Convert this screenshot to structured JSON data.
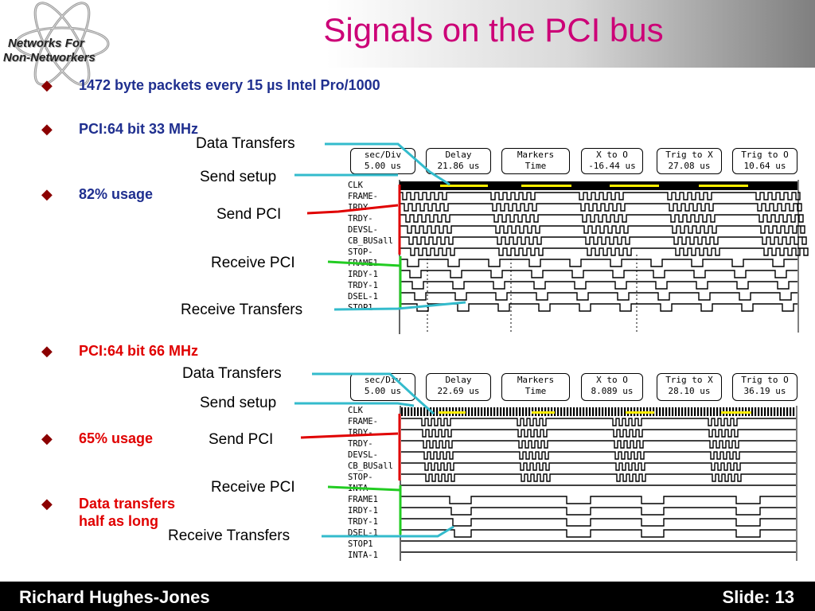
{
  "slide": {
    "title": "Signals on the PCI bus",
    "logo_line1": "Networks For",
    "logo_line2": "Non-Networkers"
  },
  "bullets": [
    {
      "text": "1472 byte packets every 15 µs  Intel Pro/1000",
      "color": "#1f2f8f"
    },
    {
      "text": "PCI:64 bit 33 MHz",
      "color": "#1f2f8f"
    },
    {
      "text": "82% usage",
      "color": "#1f2f8f"
    },
    {
      "text": "PCI:64 bit 66 MHz",
      "color": "#e00000"
    },
    {
      "text": "65% usage",
      "color": "#e00000"
    },
    {
      "text": "Data transfers",
      "text2": "half as long",
      "color": "#e00000"
    }
  ],
  "annotations_top": {
    "data_transfers": "Data Transfers",
    "send_setup": "Send setup",
    "send_pci": "Send PCI",
    "receive_pci": "Receive PCI",
    "receive_transfers": "Receive Transfers"
  },
  "annotations_bottom": {
    "data_transfers": "Data Transfers",
    "send_setup": "Send setup",
    "send_pci": "Send PCI",
    "receive_pci": "Receive PCI",
    "receive_transfers": "Receive Transfers"
  },
  "scope_top": {
    "headers": [
      {
        "l1": "sec/Div",
        "l2": "5.00 us"
      },
      {
        "l1": "Delay",
        "l2": "21.86 us"
      },
      {
        "l1": "Markers",
        "l2": "Time"
      },
      {
        "l1": "X to O",
        "l2": "-16.44 us"
      },
      {
        "l1": "Trig to X",
        "l2": "27.08 us"
      },
      {
        "l1": "Trig to O",
        "l2": "10.64 us"
      }
    ],
    "signals": [
      "CLK",
      "FRAME-",
      "IRDY-",
      "TRDY-",
      "DEVSL-",
      "CB_BUSall",
      "STOP-",
      "FRAME1",
      "IRDY-1",
      "TRDY-1",
      "DSEL-1",
      "STOP1"
    ]
  },
  "scope_bottom": {
    "headers": [
      {
        "l1": "sec/Div",
        "l2": "5.00 us"
      },
      {
        "l1": "Delay",
        "l2": "22.69 us"
      },
      {
        "l1": "Markers",
        "l2": "Time"
      },
      {
        "l1": "X to O",
        "l2": "8.089 us"
      },
      {
        "l1": "Trig to X",
        "l2": "28.10 us"
      },
      {
        "l1": "Trig to O",
        "l2": "36.19 us"
      }
    ],
    "signals": [
      "CLK",
      "FRAME-",
      "IRDY-",
      "TRDY-",
      "DEVSL-",
      "CB_BUSall",
      "STOP-",
      "INTA-",
      "FRAME1",
      "IRDY-1",
      "TRDY-1",
      "DSEL-1",
      "STOP1",
      "INTA-1"
    ]
  },
  "colors": {
    "title": "#cc0077",
    "send": "#e00000",
    "receive": "#22cc22",
    "transfers": "#33bbcc",
    "marker": "#ffee00"
  },
  "footer": {
    "author": "Richard Hughes-Jones",
    "slide": "Slide: 13"
  }
}
